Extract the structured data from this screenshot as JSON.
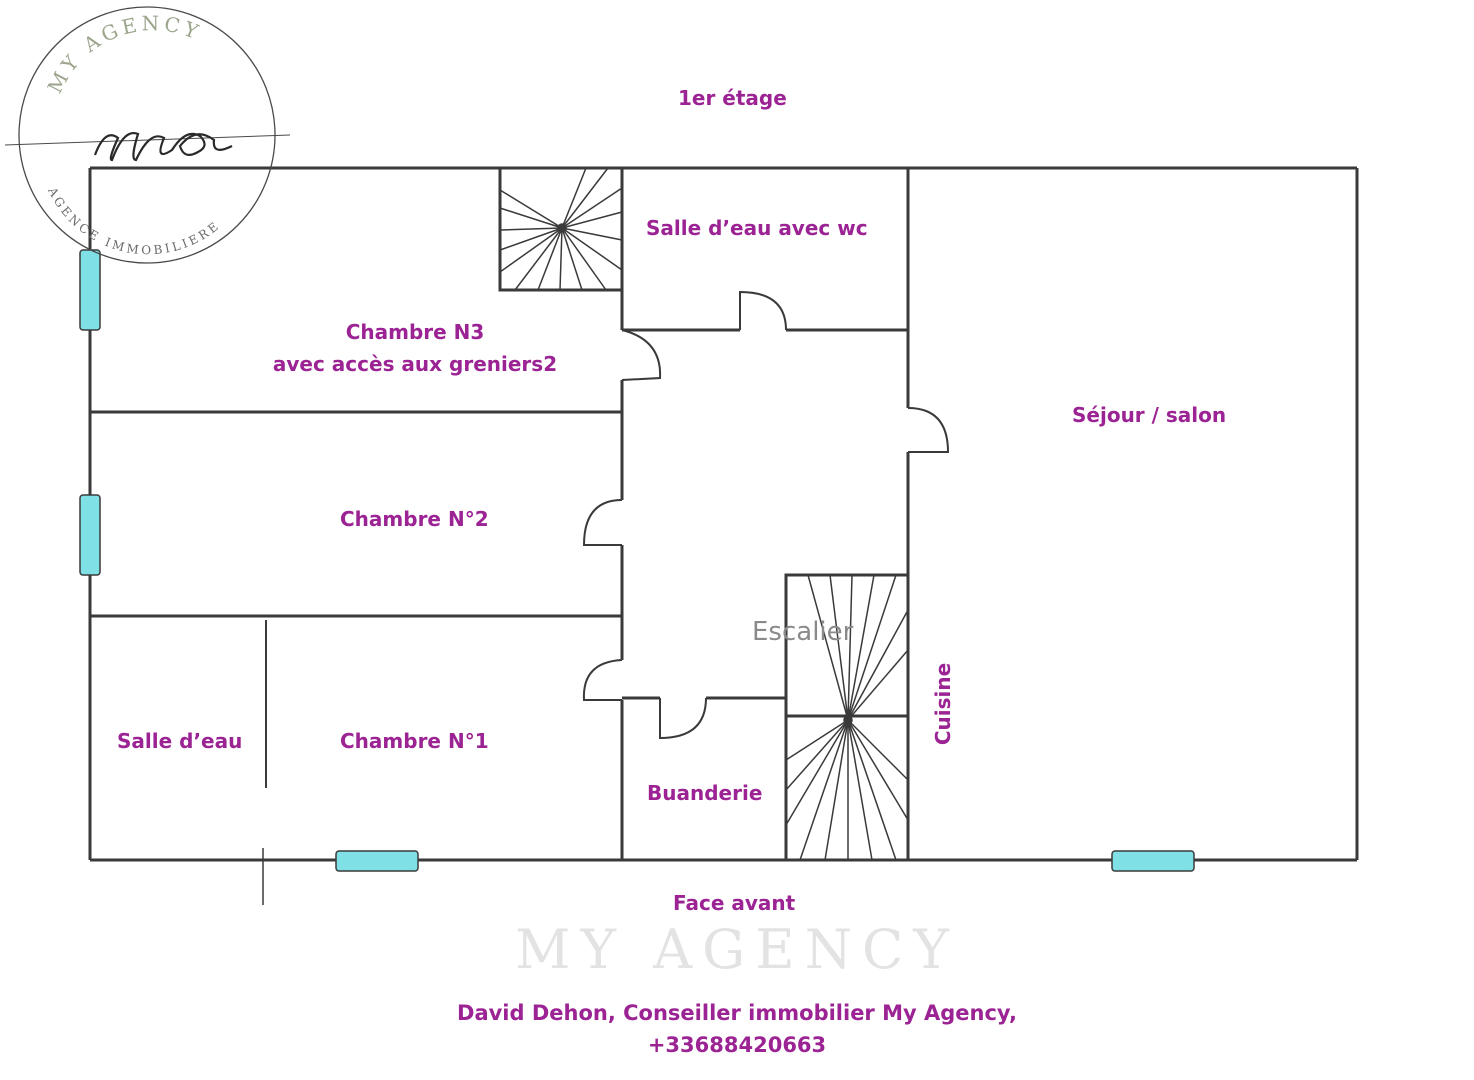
{
  "floor_title": "1er étage",
  "rooms": {
    "salle_eau_wc": "Salle d’eau avec wc",
    "chambre_n3_line1": "Chambre N3",
    "chambre_n3_line2": "avec accès aux greniers2",
    "sejour": "Séjour / salon",
    "chambre_n2": "Chambre N°2",
    "escalier": "Escalier",
    "cuisine": "Cuisine",
    "salle_eau": "Salle d’eau",
    "chambre_n1": "Chambre N°1",
    "buanderie": "Buanderie"
  },
  "facade_label": "Face avant",
  "watermark": "MY AGENCY",
  "logo": {
    "top_text": "MY AGENCY",
    "monogram": "ma",
    "bottom_text": "AGENCE IMMOBILIERE"
  },
  "contact": {
    "line1": "David Dehon, Conseiller immobilier My Agency,",
    "line2": "+33688420663"
  },
  "colors": {
    "label": "#9b2393",
    "wall": "#3a3a3a",
    "window": "#7fe0e6"
  }
}
